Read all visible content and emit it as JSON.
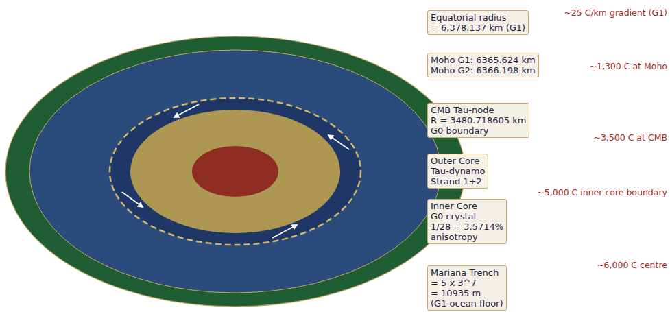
{
  "diagram": {
    "nodes": [
      {
        "text": [
          "Equatorial radius",
          "= 6,378.137 km (G1)"
        ]
      },
      {
        "text": [
          "Moho G1: 6365.624 km",
          "Moho G2: 6366.198 km"
        ]
      },
      {
        "text": [
          "CMB Tau-node",
          "R = 3480.718605 km",
          "G0 boundary"
        ]
      },
      {
        "text": [
          "Outer Core",
          "Tau-dynamo",
          "Strand 1+2"
        ]
      },
      {
        "text": [
          "Inner Core",
          "G0 crystal",
          "1/28 = 3.5714%",
          "anisotropy"
        ]
      },
      {
        "text": [
          "Mariana Trench",
          "= 5 x 3^7",
          "= 10935 m",
          "(G1 ocean floor)"
        ]
      }
    ],
    "labels": [
      "~25 C/km gradient (G1)",
      "~1,300 C at Moho",
      "~3,500 C at CMB",
      "~5,000 C inner core boundary",
      "~6,000 C centre"
    ]
  }
}
